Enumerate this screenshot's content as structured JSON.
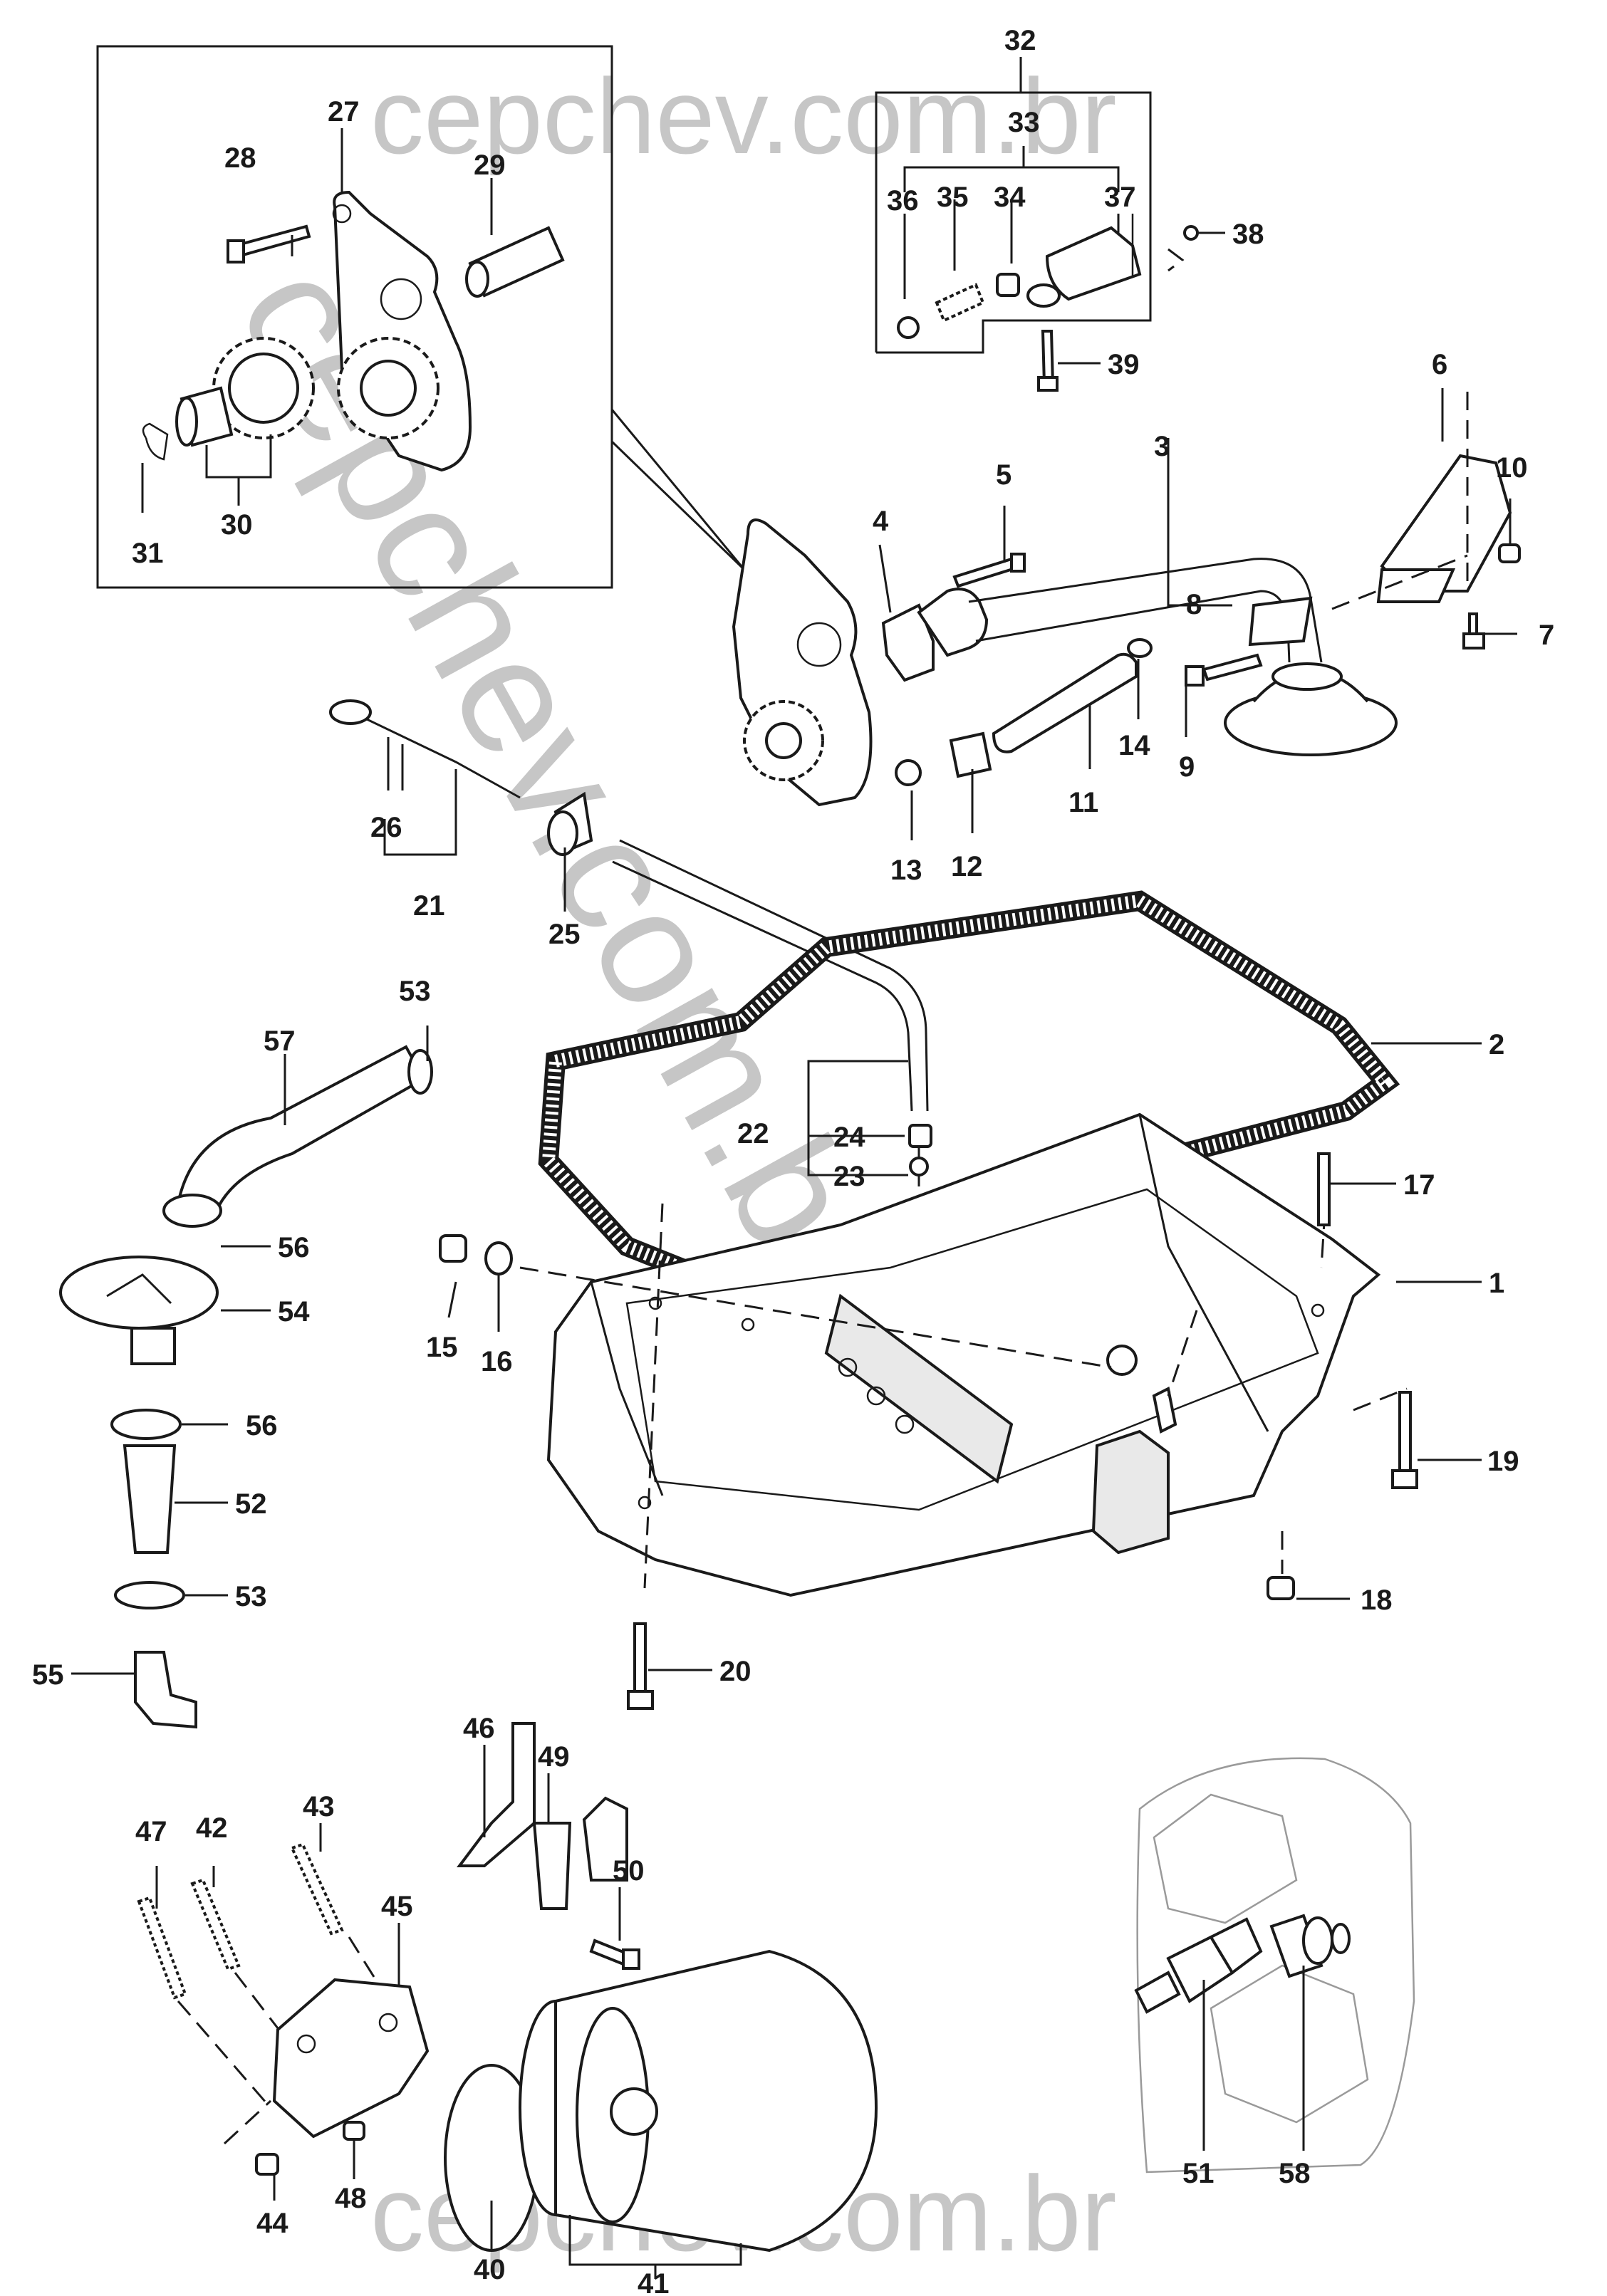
{
  "watermarks": {
    "top": "cepchev.com.br",
    "diagonal": "cepchev.com.br",
    "bottom": "cepchev.com.br"
  },
  "callouts": {
    "c1": "1",
    "c2": "2",
    "c3": "3",
    "c4": "4",
    "c5": "5",
    "c6": "6",
    "c7": "7",
    "c8": "8",
    "c9": "9",
    "c10": "10",
    "c11": "11",
    "c12": "12",
    "c13": "13",
    "c14": "14",
    "c15": "15",
    "c16": "16",
    "c17": "17",
    "c18": "18",
    "c19": "19",
    "c20": "20",
    "c21": "21",
    "c22": "22",
    "c23": "23",
    "c24": "24",
    "c25": "25",
    "c26": "26",
    "c27": "27",
    "c28": "28",
    "c29": "29",
    "c30": "30",
    "c31": "31",
    "c32": "32",
    "c33": "33",
    "c34": "34",
    "c35": "35",
    "c36": "36",
    "c37": "37",
    "c38": "38",
    "c39": "39",
    "c40": "40",
    "c41": "41",
    "c42": "42",
    "c43": "43",
    "c44": "44",
    "c45": "45",
    "c46": "46",
    "c47": "47",
    "c48": "48",
    "c49": "49",
    "c50": "50",
    "c51": "51",
    "c52": "52",
    "c53a": "53",
    "c53b": "53",
    "c54": "54",
    "c55": "55",
    "c56a": "56",
    "c56b": "56",
    "c57": "57",
    "c58": "58"
  }
}
